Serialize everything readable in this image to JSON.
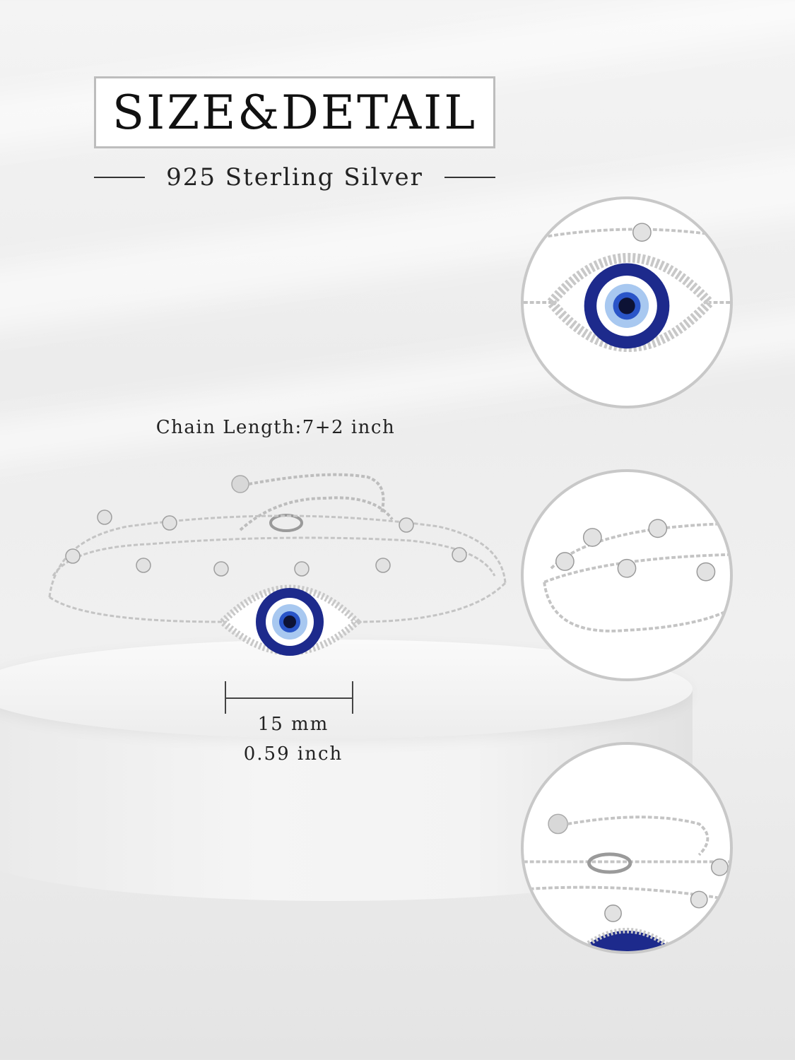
{
  "header": {
    "title": "SIZE&DETAIL",
    "subtitle": "925 Sterling Silver"
  },
  "product": {
    "chain_length_label": "Chain Length:7+2 inch",
    "pendant_width_mm": "15 mm",
    "pendant_width_inch": "0.59 inch"
  },
  "details": [
    {
      "name": "detail-evil-eye-pendant",
      "icon": "evil-eye-icon"
    },
    {
      "name": "detail-bead-chains",
      "icon": "bead-chain-icon"
    },
    {
      "name": "detail-clasp-extender",
      "icon": "lobster-clasp-icon"
    }
  ],
  "colors": {
    "eye_dark_blue": "#1d2a8c",
    "eye_light_blue": "#a8c8f0",
    "silver": "#c9c9c9"
  }
}
